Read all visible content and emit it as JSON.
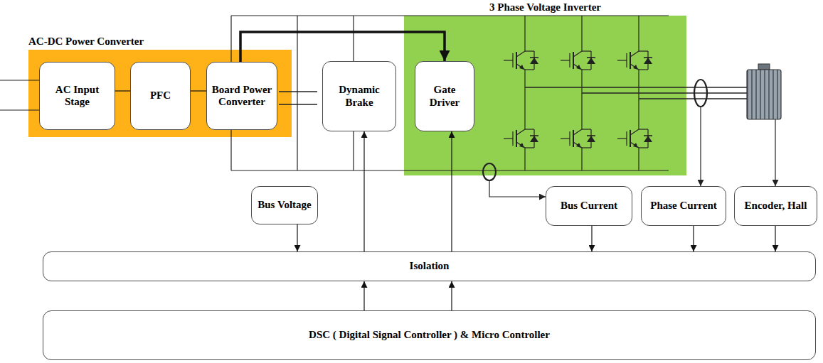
{
  "diagram": {
    "nodes": [
      {
        "text": [
          "AC-DC Power Converter"
        ]
      },
      {
        "text": [
          "AC Input Stage"
        ],
        "in": 0
      },
      {
        "text": [
          "PFC"
        ],
        "in": 0
      },
      {
        "text": [
          "Board Power Converter"
        ],
        "in": 0
      },
      {
        "text": [
          "Dynamic Brake"
        ]
      },
      {
        "text": [
          "3 Phase Voltage Inverter"
        ]
      },
      {
        "text": [
          "Gate Driver"
        ],
        "in": 5
      },
      {
        "text": [
          "Bus Voltage"
        ]
      },
      {
        "text": [
          "Bus Current"
        ]
      },
      {
        "text": [
          "Phase Current"
        ]
      },
      {
        "text": [
          "Encoder, Hall"
        ]
      },
      {
        "text": [
          "Isolation"
        ]
      },
      {
        "text": [
          "DSC ( Digital Signal Controller ) & Micro Controller"
        ]
      }
    ],
    "edges": [
      {
        "from": 3,
        "to": 6,
        "arrow": "to"
      },
      {
        "from": 1,
        "to": 2,
        "arrow": "none"
      },
      {
        "from": 2,
        "to": 3,
        "arrow": "none"
      },
      {
        "from": 7,
        "to": 11,
        "arrow": "to"
      },
      {
        "from": 11,
        "to": 4,
        "arrow": "to"
      },
      {
        "from": 11,
        "to": 6,
        "arrow": "to"
      },
      {
        "from": 8,
        "to": 11,
        "arrow": "to"
      },
      {
        "from": 9,
        "to": 11,
        "arrow": "to"
      },
      {
        "from": 10,
        "to": 11,
        "arrow": "to"
      },
      {
        "from": 12,
        "to": 11,
        "arrow": "to"
      },
      {
        "from": 12,
        "to": 11,
        "arrow": "to"
      }
    ]
  }
}
